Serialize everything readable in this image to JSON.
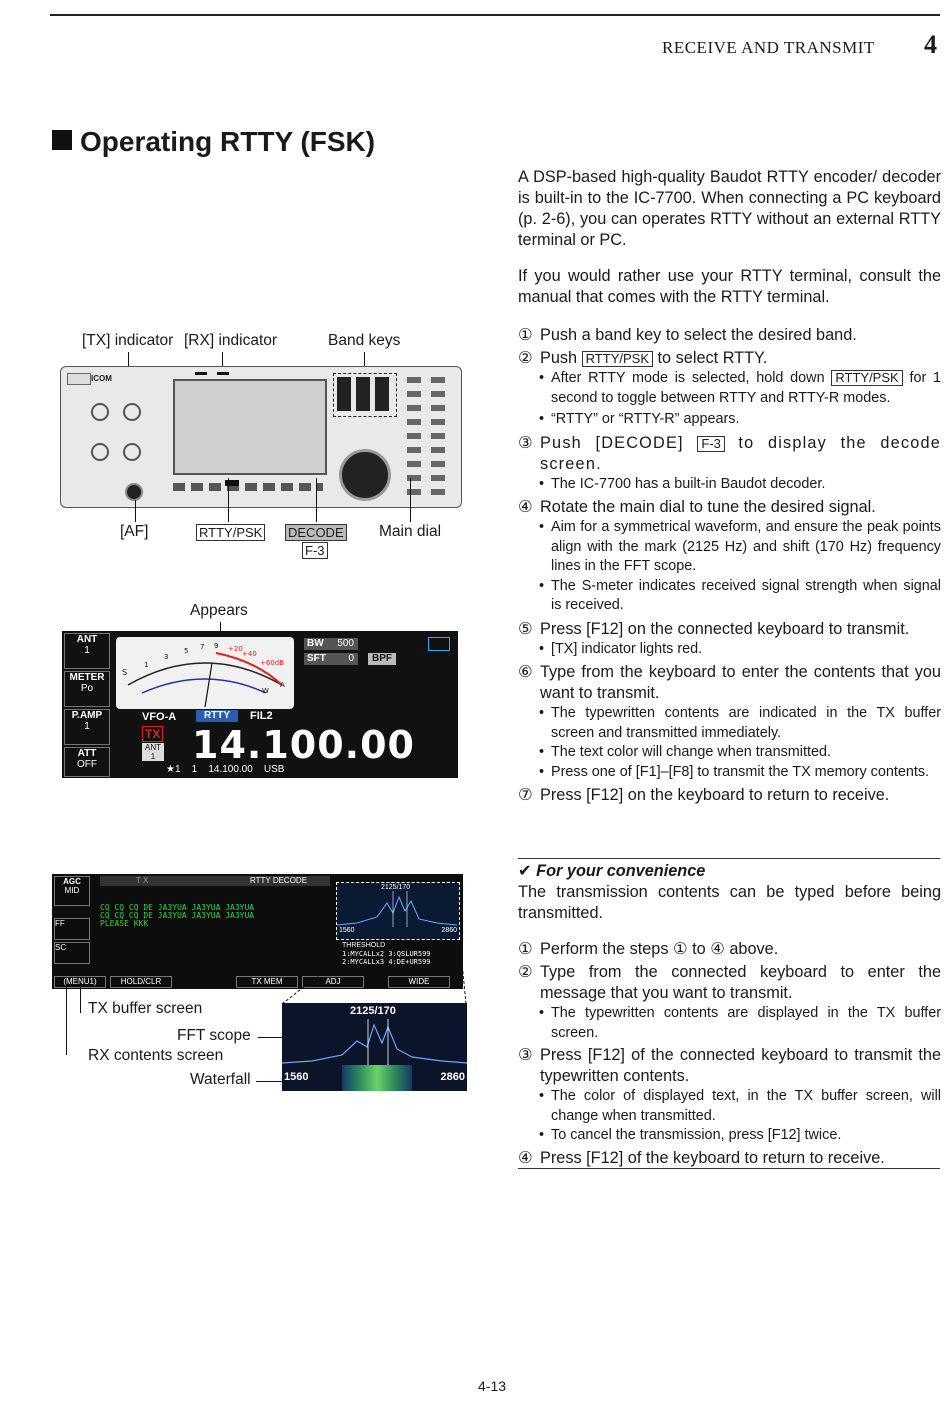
{
  "header": {
    "section": "RECEIVE AND TRANSMIT",
    "chapter": "4"
  },
  "title": "Operating RTTY (FSK)",
  "intro": [
    "A DSP-based high-quality Baudot RTTY encoder/ decoder is built-in to the IC-7700. When connecting a PC keyboard (p. 2-6), you can operates RTTY without an external RTTY terminal or PC.",
    "If you would rather use your RTTY terminal, consult the manual that comes with the RTTY terminal."
  ],
  "steps": {
    "s1": {
      "num": "①",
      "text": "Push a band key to select the desired band."
    },
    "s2": {
      "num": "②",
      "pre": "Push",
      "key": "RTTY/PSK",
      "post": "to select RTTY.",
      "b1_pre": "After RTTY mode is selected, hold down",
      "b1_key": "RTTY/PSK",
      "b1_post": "for 1 second to toggle between RTTY and RTTY-R modes.",
      "b2": "“RTTY” or “RTTY-R” appears."
    },
    "s3": {
      "num": "③",
      "pre": "Push [DECODE]",
      "key": "F-3",
      "post": "to display the decode screen.",
      "b1": "The IC-7700 has a built-in Baudot decoder."
    },
    "s4": {
      "num": "④",
      "text": "Rotate the main dial to tune the desired signal.",
      "b1": "Aim for a symmetrical waveform, and ensure the peak points align with the mark (2125 Hz) and shift (170 Hz) frequency lines in the FFT scope.",
      "b2": "The S-meter indicates received signal strength when signal is received."
    },
    "s5": {
      "num": "⑤",
      "text": "Press [F12] on the connected keyboard to transmit.",
      "b1": "[TX] indicator lights red."
    },
    "s6": {
      "num": "⑥",
      "text": "Type from the keyboard to enter the contents that you want to transmit.",
      "b1": "The typewritten contents are indicated in the TX buffer screen and transmitted immediately.",
      "b2": "The text color will change when transmitted.",
      "b3": "Press one of [F1]–[F8] to transmit the TX memory contents."
    },
    "s7": {
      "num": "⑦",
      "text": "Press [F12] on the keyboard to return to receive."
    }
  },
  "convenience": {
    "heading": "✔ For your convenience",
    "intro": "The transmission contents can be typed before being transmitted.",
    "c1": {
      "num": "①",
      "text": "Perform the steps ① to ④ above."
    },
    "c2": {
      "num": "②",
      "text": "Type from the connected keyboard to enter the message that you want to transmit.",
      "b1": "The typewritten contents are displayed in the TX buffer screen."
    },
    "c3": {
      "num": "③",
      "text": "Press [F12] of the connected keyboard to transmit the typewritten contents.",
      "b1": "The color of displayed text, in the TX buffer screen, will change when transmitted.",
      "b2": "To cancel the transmission, press [F12] twice."
    },
    "c4": {
      "num": "④",
      "text": "Press [F12] of the keyboard to return to receive."
    }
  },
  "radio_diagram": {
    "tx_indicator": "[TX] indicator",
    "rx_indicator": "[RX] indicator",
    "band_keys": "Band keys",
    "af": "[AF]",
    "rtty_psk": "RTTY/PSK",
    "decode": "DECODE",
    "f3": "F-3",
    "main_dial": "Main dial",
    "brand": "ICOM"
  },
  "display": {
    "appears": "Appears",
    "side_buttons": [
      {
        "title": "ANT",
        "value": "1"
      },
      {
        "title": "METER",
        "value": "Po"
      },
      {
        "title": "P.AMP",
        "value": "1"
      },
      {
        "title": "ATT",
        "value": "OFF"
      }
    ],
    "bw_label": "BW",
    "bw_value": "500",
    "sft_label": "SFT",
    "sft_value": "0",
    "bpf": "BPF",
    "vfo": "VFO-A",
    "mode": "RTTY",
    "filter": "FIL2",
    "tx": "TX",
    "ant": "ANT",
    "ant_num": "1",
    "frequency": "14.100.00",
    "sub_line": "★1    1    14.100.00    USB",
    "meter_marks": [
      "S",
      "1",
      "3",
      "5",
      "7",
      "9",
      "+20",
      "+40",
      "+60dB",
      "W",
      "A"
    ]
  },
  "decode_screen": {
    "agc": "AGC",
    "agc_val": "MID",
    "side2": "FF",
    "side3": "SC",
    "tab_tx": "T X",
    "tab_title": "RTTY DECODE",
    "lines": [
      "CQ CQ CQ DE JA3YUA JA3YUA JA3YUA",
      "CQ CQ CQ DE JA3YUA JA3YUA JA3YUA",
      "PLEASE KKK"
    ],
    "mark": "2125/170",
    "low": "1560",
    "high": "2860",
    "threshold": "THRESHOLD",
    "mem": [
      "1:MYCALLx2",
      "3:QSLUR599",
      "2:MYCALLx3",
      "4:DE+UR599"
    ],
    "bottom": [
      "(MENU1)",
      "HOLD/CLR",
      "TX MEM",
      "ADJ",
      "WIDE"
    ]
  },
  "callouts": {
    "tx_buffer": "TX buffer screen",
    "fft_scope": "FFT scope",
    "rx_contents": "RX contents screen",
    "waterfall": "Waterfall",
    "zoom_mark": "2125/170",
    "zoom_low": "1560",
    "zoom_high": "2860"
  },
  "footer": {
    "page": "4-13"
  }
}
